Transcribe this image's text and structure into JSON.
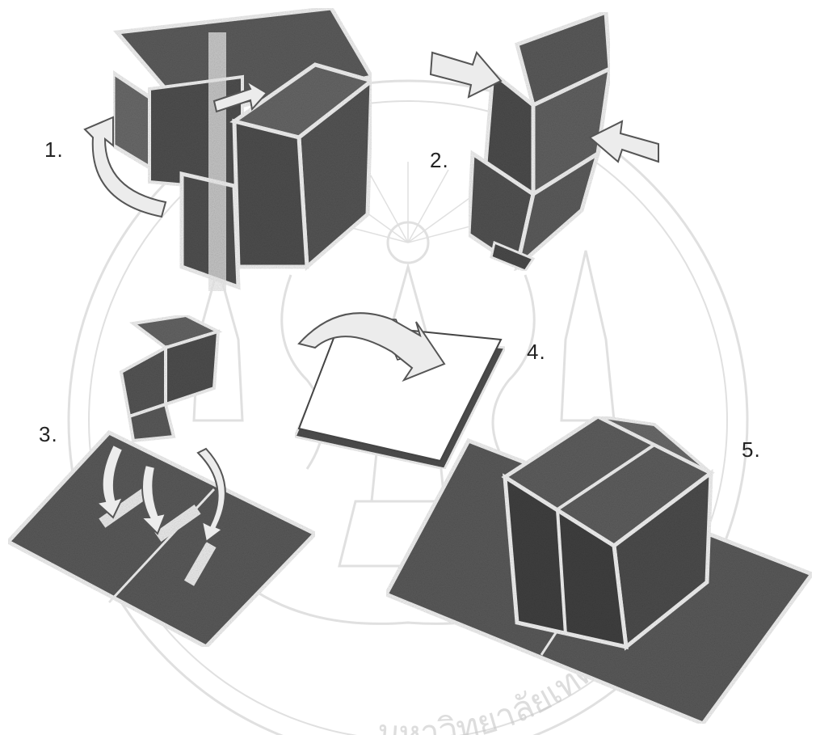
{
  "steps": [
    {
      "number": "1.",
      "icon": "box-wrap-around-icon"
    },
    {
      "number": "2.",
      "icon": "box-fold-push-icon"
    },
    {
      "number": "3.",
      "icon": "box-insert-tabs-icon"
    },
    {
      "number": "4.",
      "icon": "card-fold-over-icon"
    },
    {
      "number": "5.",
      "icon": "finished-popup-box-icon"
    }
  ],
  "watermark": {
    "text": "มหาวิทยาลัยเทคโนโลยีพระจอมเกล้าเจ้าคุณทหารลาดกระบัง",
    "icon": "university-seal-icon"
  },
  "colors": {
    "panel": "#5c5c5c",
    "panel_dark": "#3e3e3e",
    "edge": "#f2f2f2",
    "arrow": "#ececec",
    "watermark": "#c8c8c8"
  }
}
